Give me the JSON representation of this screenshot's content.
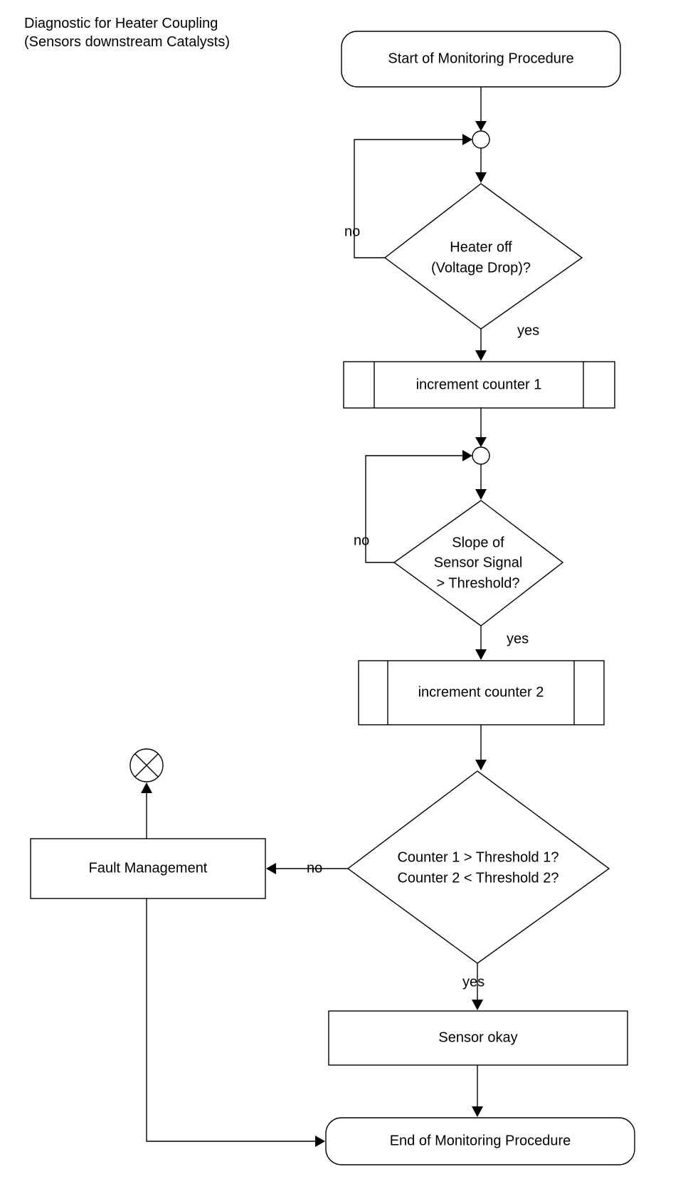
{
  "title": {
    "line1": "Diagnostic for Heater Coupling",
    "line2": "(Sensors downstream Catalysts)"
  },
  "nodes": {
    "start": "Start of Monitoring Procedure",
    "decision_heater": {
      "line1": "Heater off",
      "line2": "(Voltage Drop)?"
    },
    "counter1": "increment counter 1",
    "decision_slope": {
      "line1": "Slope of",
      "line2": "Sensor Signal",
      "line3": "> Threshold?"
    },
    "counter2": "increment counter 2",
    "decision_counters": {
      "line1": "Counter 1 > Threshold 1?",
      "line2": "Counter 2 < Threshold 2?"
    },
    "fault": "Fault Management",
    "sensor_ok": "Sensor okay",
    "end": "End of Monitoring Procedure"
  },
  "edge_labels": {
    "heater_no": "no",
    "heater_yes": "yes",
    "slope_no": "no",
    "slope_yes": "yes",
    "counters_no": "no",
    "counters_yes": "yes"
  },
  "icons": {
    "terminator_symbol": "circle-cross-icon",
    "connector_symbol": "junction-circle"
  },
  "colors": {
    "line": "#000000",
    "background": "#ffffff",
    "text": "#000000"
  }
}
